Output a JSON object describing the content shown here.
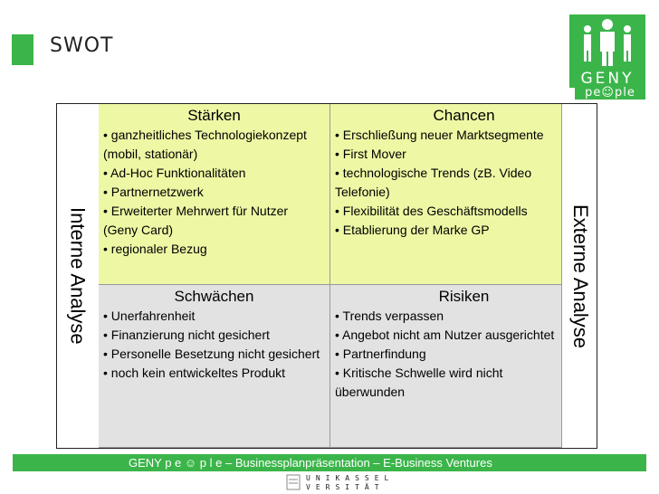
{
  "slide": {
    "title": "SWOT",
    "logo": {
      "name": "GENY",
      "sub": "pe☺ple"
    },
    "side_left": "Interne Analyse",
    "side_right": "Externe Analyse",
    "quadrants": {
      "strengths": {
        "heading": "Stärken",
        "items": [
          "• ganzheitliches Technologiekonzept (mobil, stationär)",
          "• Ad-Hoc Funktionalitäten",
          "• Partnernetzwerk",
          "• Erweiterter Mehrwert für Nutzer (Geny Card)",
          "• regionaler Bezug"
        ]
      },
      "opportunities": {
        "heading": "Chancen",
        "items": [
          "• Erschließung neuer Marktsegmente",
          "• First Mover",
          "• technologische Trends (zB. Video Telefonie)",
          "• Flexibilität des Geschäftsmodells",
          "• Etablierung der Marke GP"
        ]
      },
      "weaknesses": {
        "heading": "Schwächen",
        "items": [
          "• Unerfahrenheit",
          "• Finanzierung nicht gesichert",
          "• Personelle Besetzung nicht gesichert",
          "• noch kein entwickeltes Produkt"
        ]
      },
      "threats": {
        "heading": "Risiken",
        "items": [
          "• Trends verpassen",
          "• Angebot nicht am Nutzer ausgerichtet",
          "• Partnerfindung",
          "• Kritische Schwelle wird nicht überwunden"
        ]
      }
    },
    "footer": "GENY p e ☺ p l e – Businessplanpräsentation – E-Business Ventures",
    "university": {
      "line1": "UNIKASSEL",
      "line2": "VERSITÄT"
    },
    "colors": {
      "brand_green": "#3bb54a",
      "positive_fill": "#eef7a4",
      "negative_fill": "#e2e2e2"
    }
  }
}
